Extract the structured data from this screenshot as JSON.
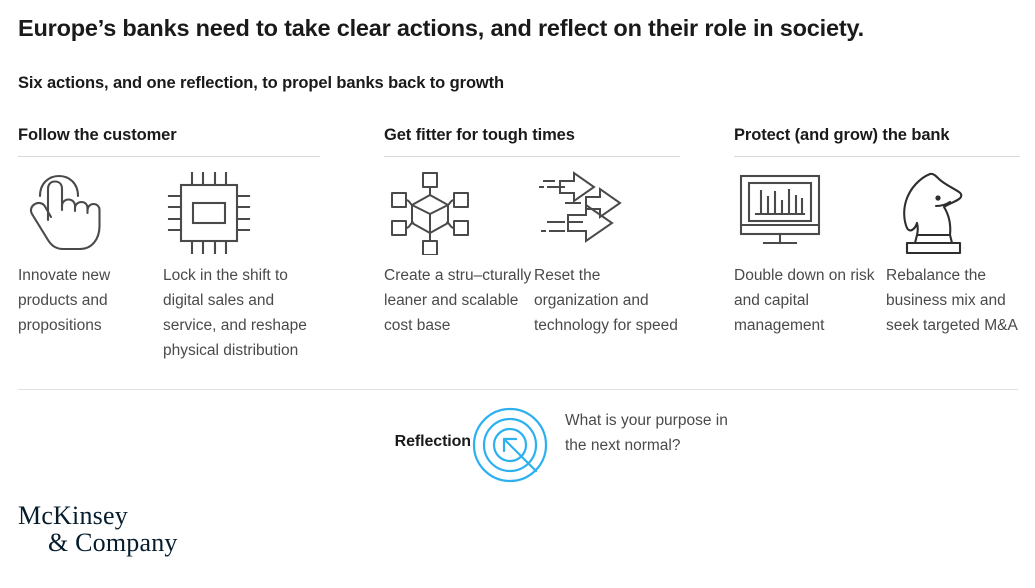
{
  "headline": "Europe’s banks need to take clear actions, and reflect on their role in society.",
  "subhead": "Six actions, and one reflection, to propel banks back to growth",
  "columns": [
    {
      "title": "Follow the customer",
      "cards": [
        {
          "icon": "tap-hand-icon",
          "text": "Innovate new products and propositions"
        },
        {
          "icon": "cpu-chip-icon",
          "text": "Lock in the shift to digital sales and service, and reshape physical distribution"
        }
      ]
    },
    {
      "title": "Get fitter for tough times",
      "cards": [
        {
          "icon": "network-cube-icon",
          "text": "Create a stru–cturally leaner and scalable cost base"
        },
        {
          "icon": "speed-arrows-icon",
          "text": "Reset the organization and technology for speed"
        }
      ]
    },
    {
      "title": "Protect (and grow) the bank",
      "cards": [
        {
          "icon": "monitor-chart-icon",
          "text": "Double down on risk and capital management"
        },
        {
          "icon": "chess-knight-icon",
          "text": "Rebalance the business mix and seek targeted M&A"
        }
      ]
    }
  ],
  "reflection": {
    "label": "Reflection",
    "icon": "target-arrow-icon",
    "text": "What is your purpose in the next normal?"
  },
  "logo": {
    "line1": "McKinsey",
    "line2": "& Company"
  },
  "colors": {
    "headline": "#1a1a1a",
    "body": "#4a4a4a",
    "icon_stroke": "#4a4a4a",
    "rule": "#d9d9d9",
    "accent_blue": "#2cb0f0",
    "logo_navy": "#051c2c"
  }
}
